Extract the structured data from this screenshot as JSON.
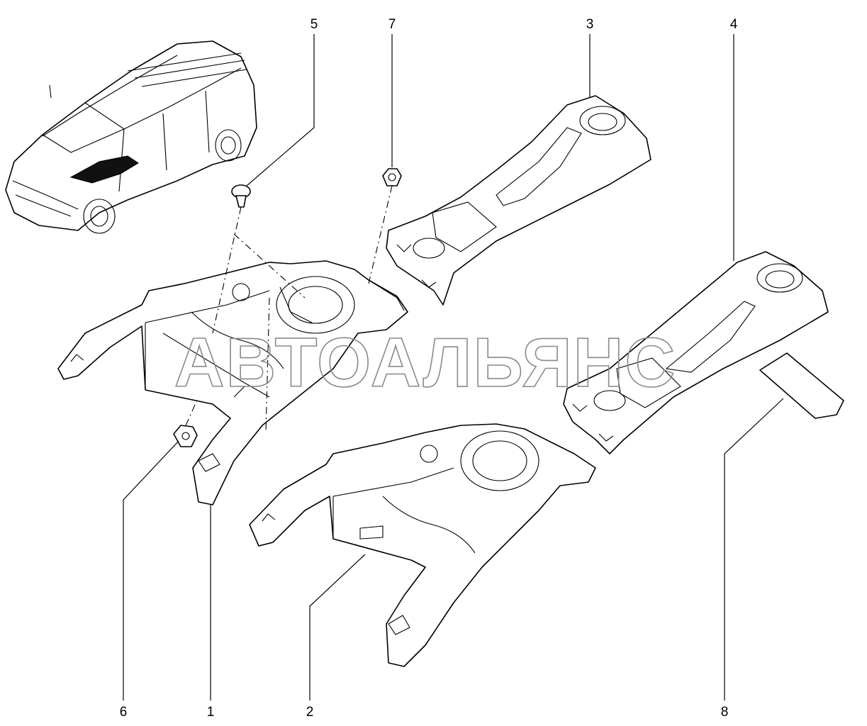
{
  "callouts": {
    "c1": "1",
    "c2": "2",
    "c3": "3",
    "c4": "4",
    "c5": "5",
    "c6": "6",
    "c7": "7",
    "c8": "8"
  },
  "watermark": "АВТОАЛЬЯНС",
  "icons": {
    "vehicle": "car-icon"
  }
}
